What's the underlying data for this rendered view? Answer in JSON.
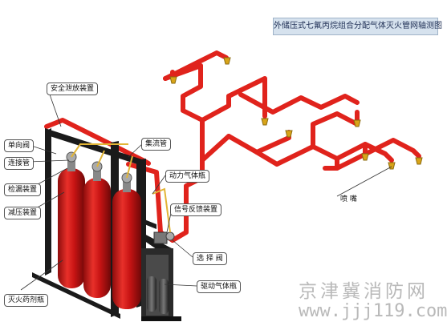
{
  "diagram": {
    "title": "外储压式七氟丙烷组合分配气体灭火管网轴测图",
    "labels": {
      "safety_vent": "安全泄放装置",
      "check_valve": "单向阀",
      "connector_pipe": "连接管",
      "detector": "检漏装置",
      "pressure_reducer": "减压装置",
      "agent_cylinder": "灭火药剂瓶",
      "manifold": "集流管",
      "power_cylinder": "动力气体瓶",
      "signal_feedback": "信号反馈装置",
      "selector_valve": "选 择 阀",
      "drive_cylinder": "驱动气体瓶",
      "nozzle": "喷 嘴"
    },
    "watermark": {
      "cn": "京津冀消防网",
      "url": "www.jjj119.com"
    },
    "colors": {
      "pipe": "#e0231c",
      "cylinder": "#d41616",
      "frame": "#1a1a1a",
      "nozzle": "#d8a418",
      "title_bg": "#d6e2ee"
    }
  }
}
